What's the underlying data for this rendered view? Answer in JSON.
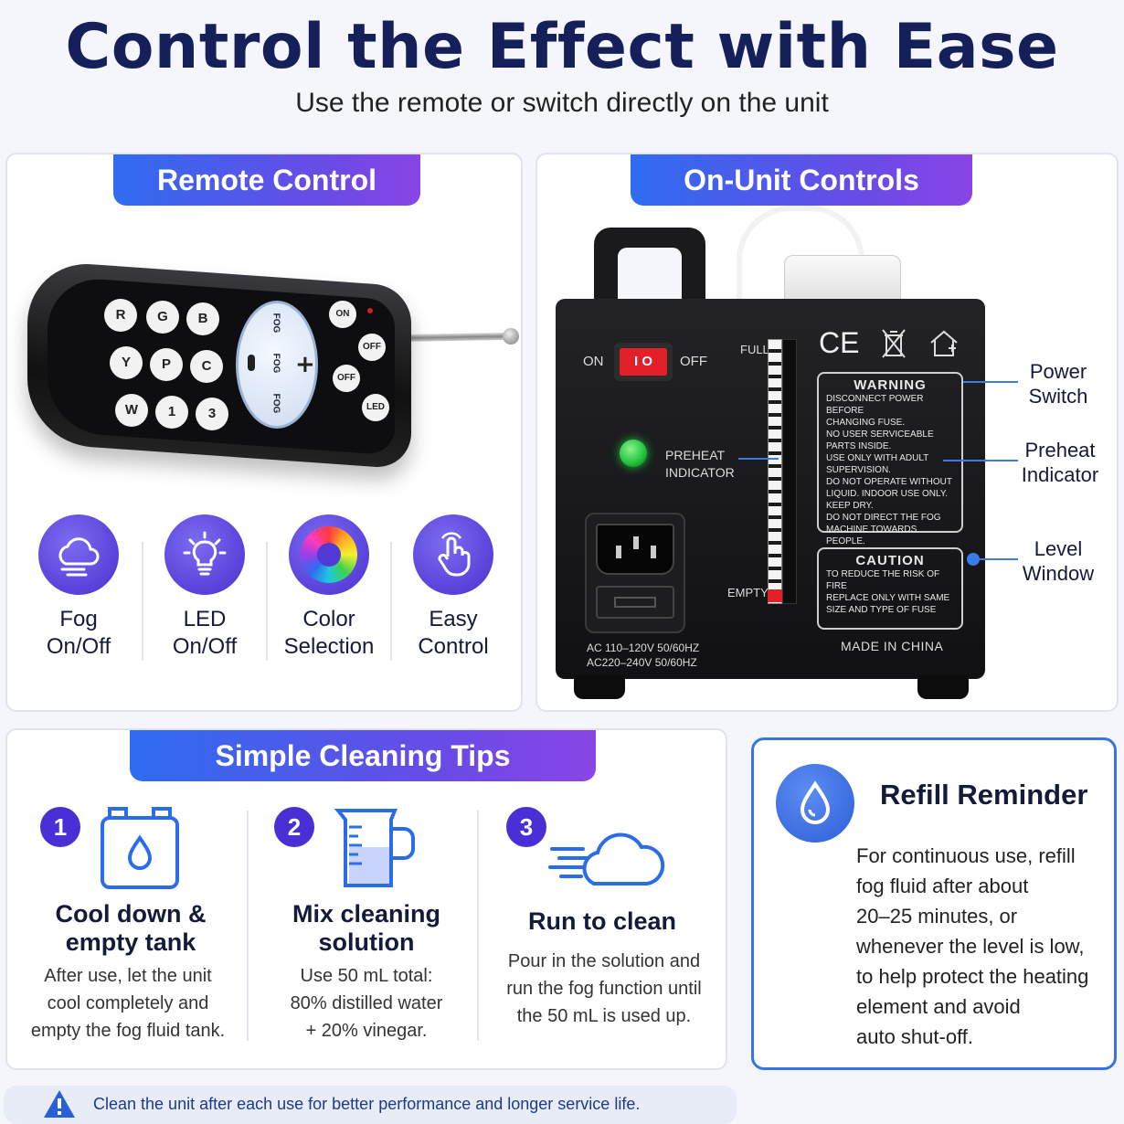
{
  "header": {
    "title": "Control the Effect with Ease",
    "subtitle": "Use the remote or switch directly on the unit"
  },
  "remote_panel": {
    "banner": "Remote Control",
    "remote_buttons": [
      "R",
      "G",
      "B",
      "Y",
      "P",
      "C",
      "W",
      "1",
      "3"
    ],
    "remote_side_buttons": [
      "ON",
      "OFF",
      "OFF",
      "LED"
    ],
    "remote_dial_labels": [
      "FOG",
      "FOG",
      "FOG"
    ],
    "features": [
      {
        "line1": "Fog",
        "line2": "On/Off",
        "icon": "fog-cloud-icon"
      },
      {
        "line1": "LED",
        "line2": "On/Off",
        "icon": "light-bulb-icon"
      },
      {
        "line1": "Color",
        "line2": "Selection",
        "icon": "color-wheel-icon"
      },
      {
        "line1": "Easy",
        "line2": "Control",
        "icon": "hand-tap-icon"
      }
    ]
  },
  "unit_panel": {
    "banner": "On-Unit Controls",
    "switch_on": "ON",
    "switch_off": "OFF",
    "switch_marks": "I O",
    "preheat_label_1": "PREHEAT",
    "preheat_label_2": "INDICATOR",
    "level_full": "FULL",
    "level_empty": "EMPTY",
    "certifications": [
      "CE"
    ],
    "warning": {
      "title": "WARNING",
      "lines": [
        "DISCONNECT POWER BEFORE",
        "CHANGING FUSE.",
        "NO USER SERVICEABLE",
        "PARTS INSIDE.",
        "USE ONLY WITH ADULT",
        "SUPERVISION.",
        "DO NOT OPERATE WITHOUT",
        "LIQUID. INDOOR USE ONLY.",
        "KEEP DRY.",
        "DO NOT DIRECT THE FOG",
        "MACHINE TOWARDS PEOPLE."
      ]
    },
    "caution": {
      "title": "CAUTION",
      "lines": [
        "TO REDUCE THE RISK OF",
        "FIRE",
        "REPLACE ONLY WITH SAME",
        "SIZE AND TYPE OF FUSE"
      ]
    },
    "made_in": "MADE IN CHINA",
    "voltage_1": "AC 110–120V 50/60HZ",
    "voltage_2": "AC220–240V 50/60HZ",
    "callouts": [
      {
        "line1": "Power",
        "line2": "Switch"
      },
      {
        "line1": "Preheat",
        "line2": "Indicator"
      },
      {
        "line1": "Level",
        "line2": "Window"
      }
    ]
  },
  "cleaning_panel": {
    "banner": "Simple Cleaning Tips",
    "tips": [
      {
        "number": "1",
        "title_1": "Cool down &",
        "title_2": "empty tank",
        "desc_1": "After use, let the unit",
        "desc_2": "cool completely and",
        "desc_3": "empty the fog fluid tank."
      },
      {
        "number": "2",
        "title_1": "Mix cleaning",
        "title_2": "solution",
        "desc_1": "Use 50 mL total:",
        "desc_2": "80% distilled water",
        "desc_3": "+ 20% vinegar."
      },
      {
        "number": "3",
        "title_1": "Run to clean",
        "title_2": "",
        "desc_1": "Pour in the solution and",
        "desc_2": "run the  fog function until",
        "desc_3": "the 50 mL is used up."
      }
    ]
  },
  "refill_panel": {
    "title": "Refill Reminder",
    "lines": [
      "For continuous use, refill",
      "fog fluid after about",
      "20–25 minutes, or",
      "whenever the level is low,",
      "to help protect the heating",
      "element and avoid",
      "auto shut-off."
    ]
  },
  "footer": {
    "note": "Clean the unit after each use for better performance and longer service life."
  },
  "colors": {
    "title_navy": "#15205a",
    "banner_start": "#2e6cf0",
    "banner_end": "#8a45e6",
    "accent_purple": "#4a2fd6",
    "accent_blue": "#2b6de8",
    "unit_body": "#1b1b1d",
    "switch_red": "#e3202a",
    "preheat_green": "#1ec23a"
  }
}
